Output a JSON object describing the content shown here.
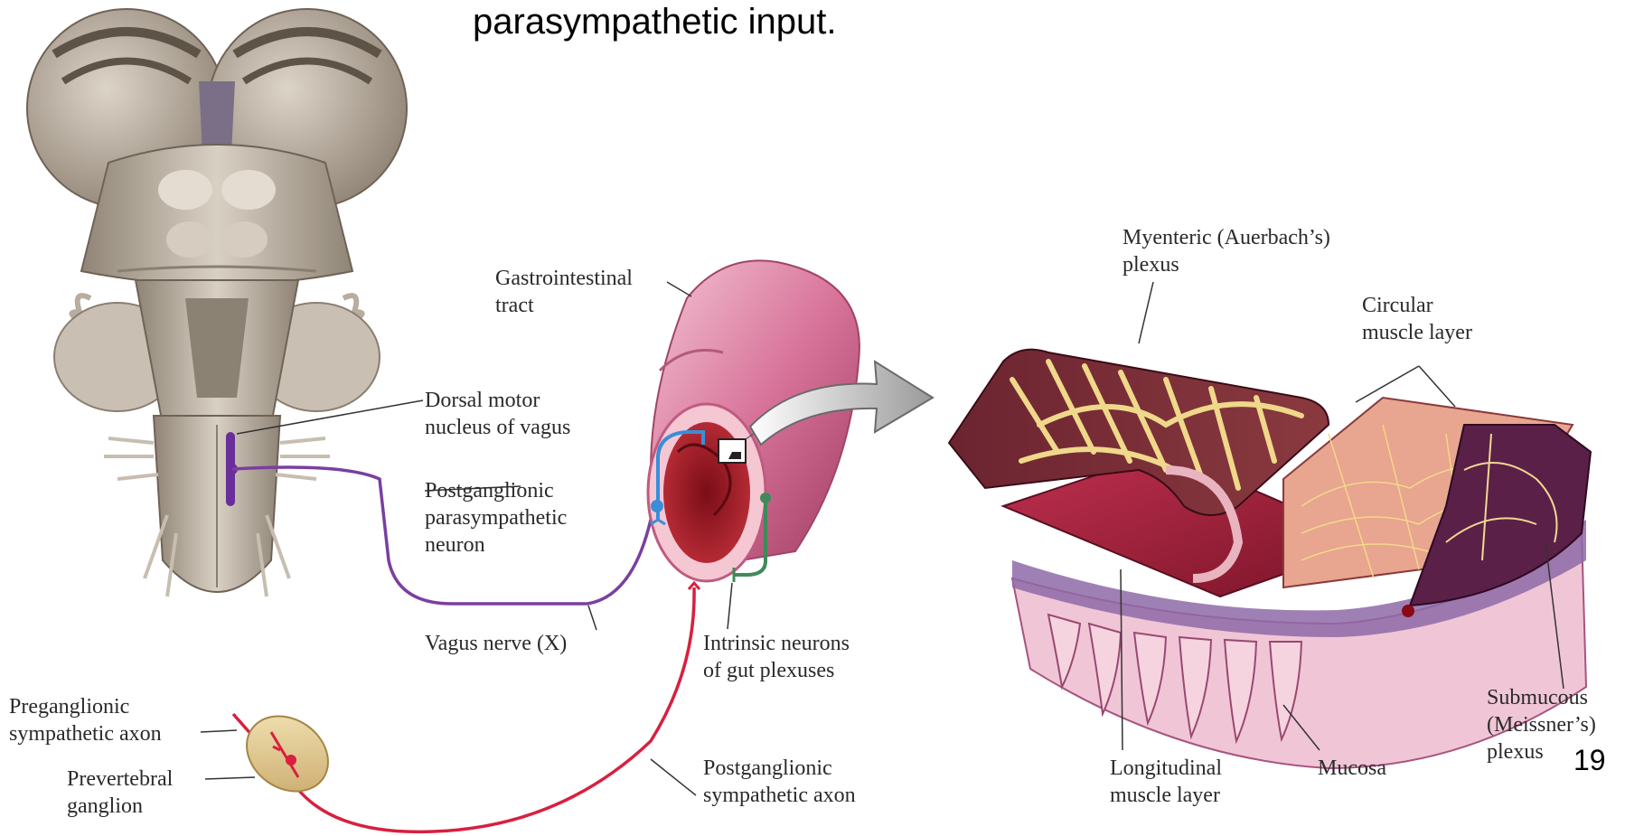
{
  "header_text": "parasympathetic input.",
  "page_number": "19",
  "labels": {
    "gi_tract": [
      "Gastrointestinal",
      "tract"
    ],
    "dorsal_motor": [
      "Dorsal motor",
      "nucleus of vagus"
    ],
    "postganglionic_para": [
      "Postganglionic",
      "parasympathetic",
      "neuron"
    ],
    "vagus_nerve": "Vagus nerve (X)",
    "intrinsic_neurons": [
      "Intrinsic neurons",
      "of gut plexuses"
    ],
    "preganglionic_symp": [
      "Preganglionic",
      "sympathetic axon"
    ],
    "prevertebral_ganglion": [
      "Prevertebral",
      "ganglion"
    ],
    "postganglionic_symp": [
      "Postganglionic",
      "sympathetic axon"
    ],
    "myenteric": [
      "Myenteric (Auerbach’s)",
      "plexus"
    ],
    "circular_muscle": [
      "Circular",
      "muscle layer"
    ],
    "submucous": [
      "Submucous",
      "(Meissner’s)",
      "plexus"
    ],
    "longitudinal_muscle": [
      "Longitudinal",
      "muscle layer"
    ],
    "mucosa": "Mucosa"
  },
  "colors": {
    "vagus": "#7a3fa0",
    "sympathetic": "#d8203f",
    "parasympathetic_neuron": "#3a8ed8",
    "intrinsic": "#3f8a5a",
    "brainstem": "#bdb2a3",
    "gut": "#d06a8c"
  }
}
